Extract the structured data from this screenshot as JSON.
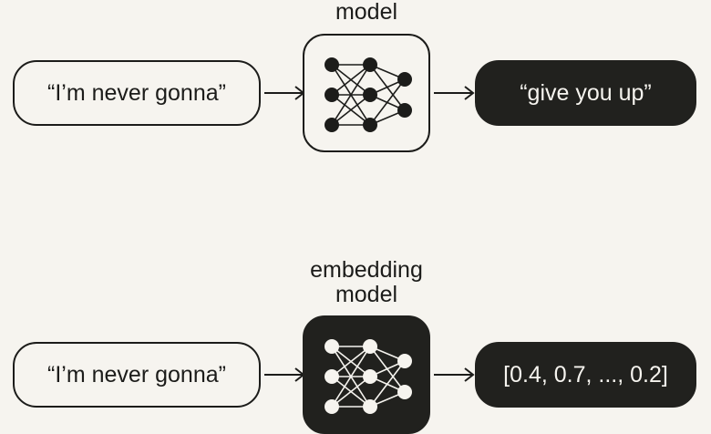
{
  "colors": {
    "background": "#f6f4ef",
    "ink": "#1c1c1a",
    "dark": "#21211e"
  },
  "rows": [
    {
      "model_label_lines": [
        "model"
      ],
      "input_text": "“I’m never gonna”",
      "output_text": "“give you up”",
      "model_icon": "neural-network-icon"
    },
    {
      "model_label_lines": [
        "embedding",
        "model"
      ],
      "input_text": "“I’m never gonna”",
      "output_text": "[0.4, 0.7, ..., 0.2]",
      "model_icon": "neural-network-icon"
    }
  ]
}
